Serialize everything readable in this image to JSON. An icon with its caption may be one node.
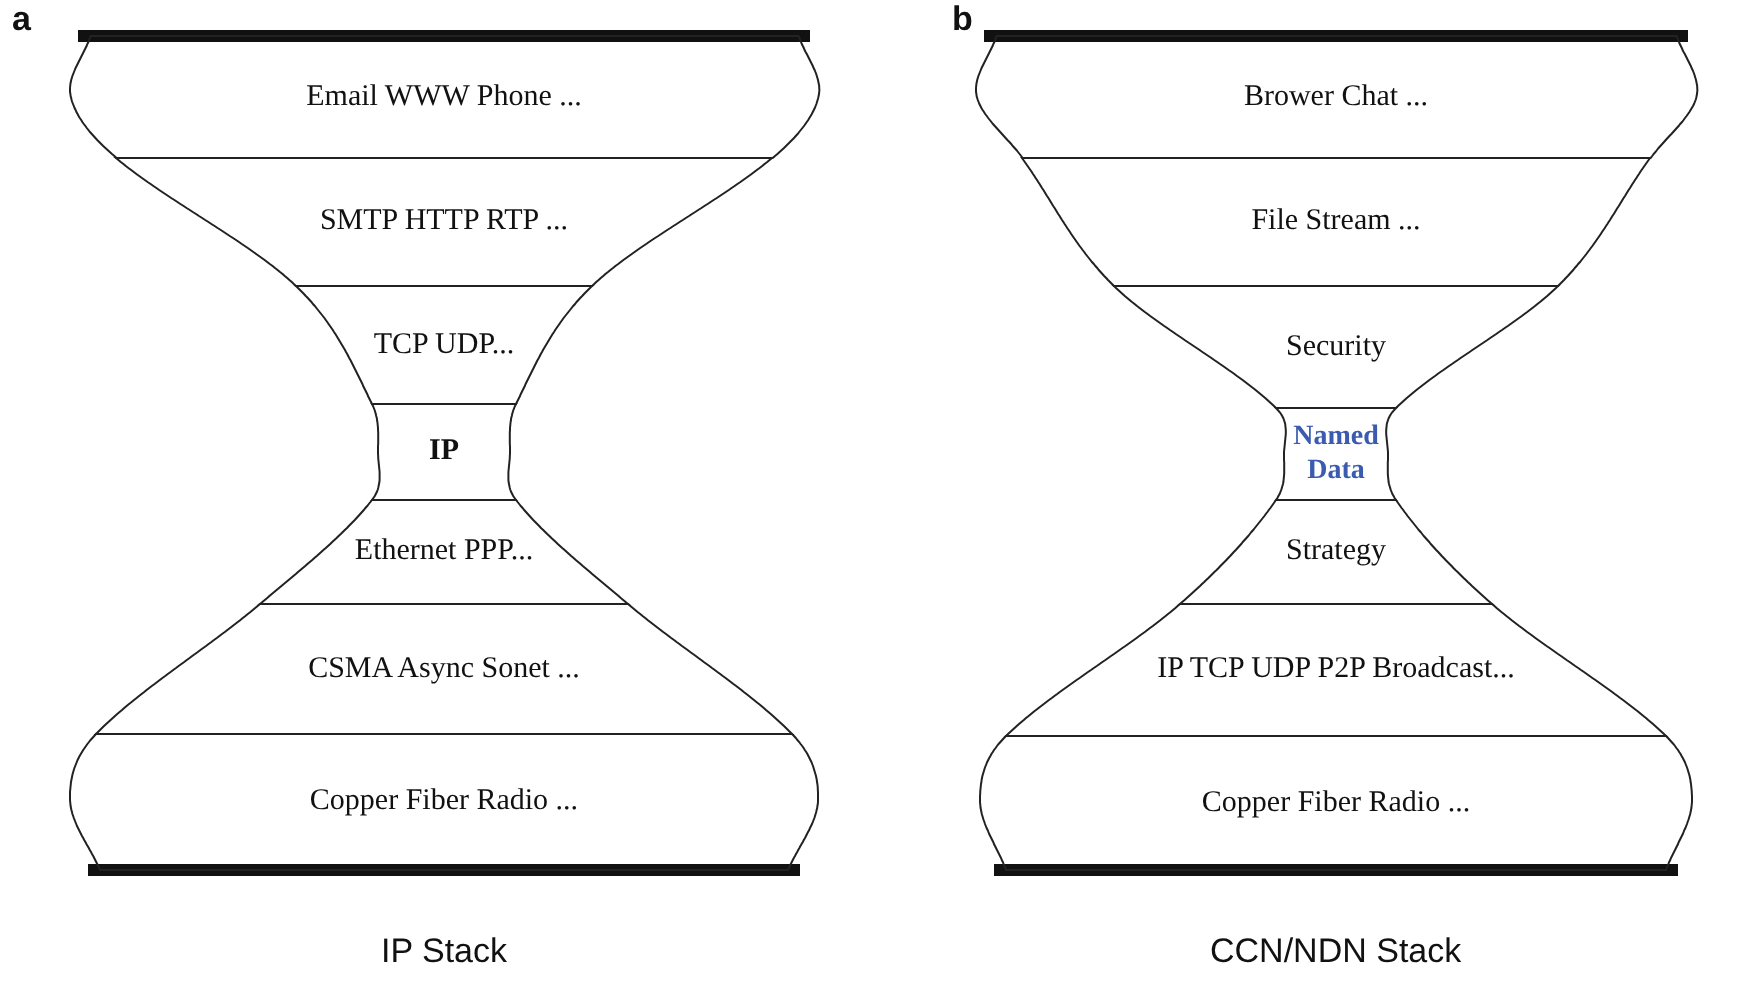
{
  "diagram": {
    "nodes": [
      {
        "text": [
          "Email WWW Phone ..."
        ]
      },
      {
        "text": [
          "SMTP HTTP RTP ..."
        ]
      },
      {
        "text": [
          "TCP UDP..."
        ]
      },
      {
        "text": [
          "IP"
        ]
      },
      {
        "text": [
          "Ethernet PPP..."
        ]
      },
      {
        "text": [
          "CSMA Async Sonet ..."
        ]
      },
      {
        "text": [
          "Copper Fiber Radio ..."
        ]
      },
      {
        "text": [
          "Brower Chat ..."
        ]
      },
      {
        "text": [
          "File Stream ..."
        ]
      },
      {
        "text": [
          "Security"
        ]
      },
      {
        "text": [
          "Named Data"
        ]
      },
      {
        "text": [
          "Strategy"
        ]
      },
      {
        "text": [
          "IP TCP UDP P2P Broadcast..."
        ]
      },
      {
        "text": [
          "Copper Fiber Radio ..."
        ]
      }
    ],
    "labels": [
      "a",
      "b",
      "IP Stack",
      "CCN/NDN Stack"
    ]
  }
}
